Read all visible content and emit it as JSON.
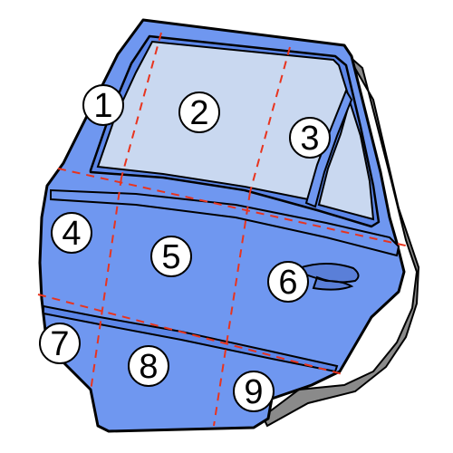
{
  "diagram": {
    "colors": {
      "background": "#ffffff",
      "door_body": "#6f97f0",
      "door_body_light": "#8aaaf4",
      "window_glass": "#c9d8f0",
      "outline": "#000000",
      "shadow": "#8a8a8a",
      "divider": "#e8341e",
      "label_circle": "#ffffff"
    },
    "zones": [
      {
        "id": "1",
        "label": "1",
        "part": "window frame A-pillar"
      },
      {
        "id": "2",
        "label": "2",
        "part": "front glass"
      },
      {
        "id": "3",
        "label": "3",
        "part": "rear glass"
      },
      {
        "id": "4",
        "label": "4",
        "part": "upper panel front"
      },
      {
        "id": "5",
        "label": "5",
        "part": "upper panel middle"
      },
      {
        "id": "6",
        "label": "6",
        "part": "upper panel rear with handle"
      },
      {
        "id": "7",
        "label": "7",
        "part": "lower panel front"
      },
      {
        "id": "8",
        "label": "8",
        "part": "lower panel middle"
      },
      {
        "id": "9",
        "label": "9",
        "part": "lower panel rear"
      }
    ]
  }
}
